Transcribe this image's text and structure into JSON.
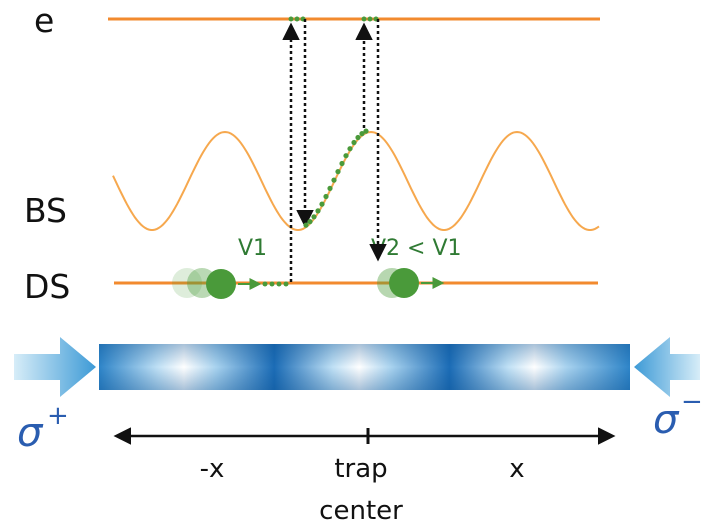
{
  "levels": {
    "excited": "e",
    "bright_state": "BS",
    "dark_state": "DS"
  },
  "velocities": {
    "first": "V1",
    "second": "V2 < V1"
  },
  "beams": {
    "left": "σ",
    "left_sup": "+",
    "right": "σ",
    "right_sup": "−"
  },
  "axis": {
    "left": "-x",
    "center_line1": "trap",
    "center_line2": "center",
    "right": "x"
  },
  "colors": {
    "level_line": "#f28a2e",
    "potential_curve": "#f6a84e",
    "atom": "#4a9a3a",
    "velocity_text": "#2f7a33",
    "sigma_text": "#2a5db0",
    "lattice_dark": "#1c6fb7",
    "lattice_light": "#ffffff",
    "beam": "#4fa8dc"
  }
}
